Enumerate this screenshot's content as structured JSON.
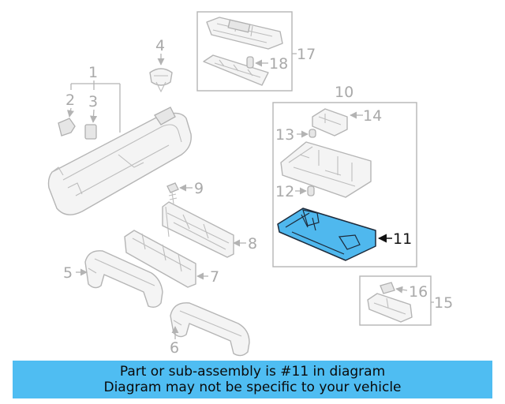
{
  "callouts": {
    "c1": "1",
    "c2": "2",
    "c3": "3",
    "c4": "4",
    "c5": "5",
    "c6": "6",
    "c7": "7",
    "c8": "8",
    "c9": "9",
    "c10": "10",
    "c11": "11",
    "c12": "12",
    "c13": "13",
    "c14": "14",
    "c15": "15",
    "c16": "16",
    "c17": "17",
    "c18": "18"
  },
  "highlight": {
    "part_number": "11",
    "color": "#4fb8ee"
  },
  "banner": {
    "line1": "Part or sub-assembly is #11 in diagram",
    "line2": "Diagram may not be specific to your vehicle",
    "background": "#4fbdf2"
  }
}
